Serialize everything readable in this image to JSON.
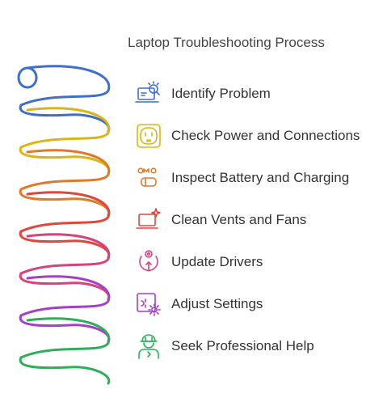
{
  "title": "Laptop Troubleshooting Process",
  "steps": [
    {
      "label": "Identify Problem",
      "icon": "laptop-search-icon",
      "color": "#3f6fc9"
    },
    {
      "label": "Check Power and Connections",
      "icon": "power-outlet-icon",
      "color": "#dbb516"
    },
    {
      "label": "Inspect Battery and Charging",
      "icon": "battery-charging-icon",
      "color": "#e07a2b"
    },
    {
      "label": "Clean Vents and Fans",
      "icon": "laptop-sparkle-icon",
      "color": "#e0473a"
    },
    {
      "label": "Update Drivers",
      "icon": "driver-update-icon",
      "color": "#d6427d"
    },
    {
      "label": "Adjust Settings",
      "icon": "settings-gear-icon",
      "color": "#a53fc9"
    },
    {
      "label": "Seek Professional Help",
      "icon": "technician-icon",
      "color": "#2fae5a"
    }
  ]
}
